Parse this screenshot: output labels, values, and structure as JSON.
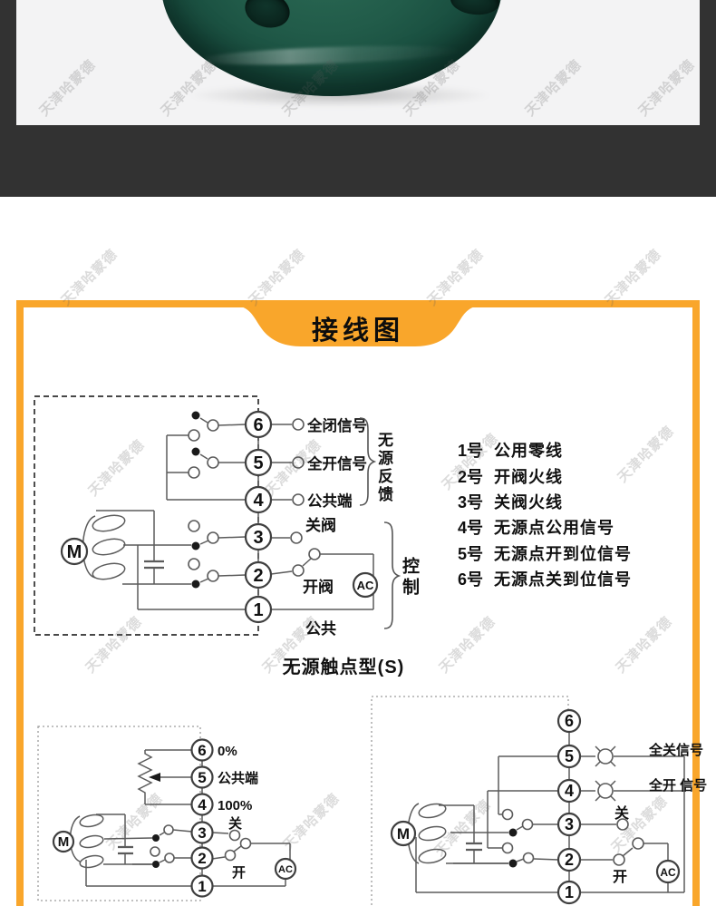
{
  "watermark": {
    "text": "天津哈蒙德"
  },
  "banner": {
    "title": "接线图"
  },
  "legend": {
    "items": [
      {
        "no": "1号",
        "desc": "公用零线"
      },
      {
        "no": "2号",
        "desc": "开阀火线"
      },
      {
        "no": "3号",
        "desc": "关阀火线"
      },
      {
        "no": "4号",
        "desc": "无源点公用信号"
      },
      {
        "no": "5号",
        "desc": "无源点开到位信号"
      },
      {
        "no": "6号",
        "desc": "无源点关到位信号"
      }
    ]
  },
  "diagrams": {
    "main": {
      "terminals": [
        "6",
        "5",
        "4",
        "3",
        "2",
        "1"
      ],
      "motor": "M",
      "ac": "AC",
      "labels": {
        "closed_signal": "全闭信号",
        "open_signal": "全开信号",
        "common_terminal": "公共端",
        "close_valve": "关阀",
        "open_valve": "开阀",
        "common": "公共"
      },
      "group_feedback": "无源反馈",
      "group_control": "控制",
      "caption": "无源触点型(S)"
    },
    "bottom_left": {
      "terminals": [
        "6",
        "5",
        "4",
        "3",
        "2",
        "1"
      ],
      "motor": "M",
      "ac": "AC",
      "labels": {
        "zero": "0%",
        "common_terminal": "公共端",
        "hundred": "100%",
        "close": "关",
        "open": "开"
      }
    },
    "bottom_right": {
      "terminals": [
        "6",
        "5",
        "4",
        "3",
        "2",
        "1"
      ],
      "motor": "M",
      "ac": "AC",
      "labels": {
        "closed_signal": "全关信号",
        "open_signal": "全开 信号",
        "close": "关",
        "open": "开"
      }
    }
  },
  "colors": {
    "accent_orange": "#F9A62B",
    "band_dark": "#323232",
    "photo_background": "#f3f3f4",
    "flange_green": "#1d5b49",
    "diagram_stroke": "#5b5b5b"
  }
}
